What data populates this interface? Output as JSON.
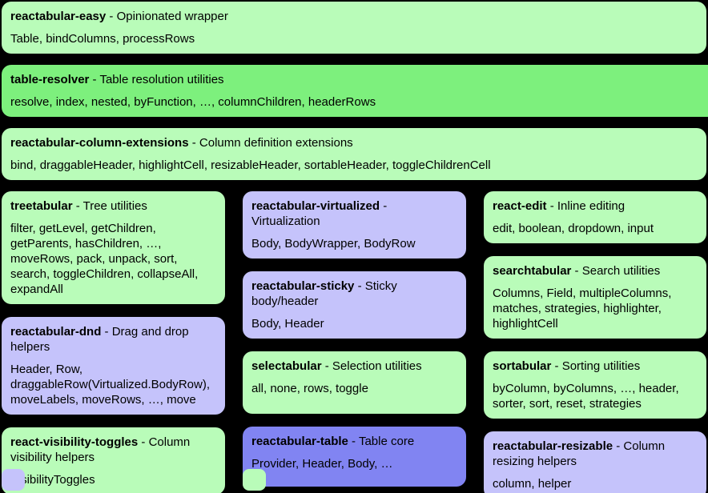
{
  "ui": {
    "separator": " - "
  },
  "colors": {
    "light_green": "#b9fcb9",
    "bright_green": "#7df07d",
    "lavender": "#c5c3fb",
    "purple": "#8184f2",
    "background": "#000000",
    "text": "#000000"
  },
  "legend": {
    "purple_swatch_color": "#c5c3fb",
    "green_swatch_color": "#b9fcb9"
  },
  "packages": {
    "easy": {
      "name": "reactabular-easy",
      "description": "Opinionated wrapper",
      "functions": "Table, bindColumns, processRows"
    },
    "resolver": {
      "name": "table-resolver",
      "description": "Table resolution utilities",
      "functions": "resolve, index, nested, byFunction, …, columnChildren, headerRows"
    },
    "column_extensions": {
      "name": "reactabular-column-extensions",
      "description": "Column definition extensions",
      "functions": "bind, draggableHeader, highlightCell, resizableHeader, sortableHeader, toggleChildrenCell"
    },
    "treetabular": {
      "name": "treetabular",
      "description": "Tree utilities",
      "functions": "filter, getLevel, getChildren, getParents, hasChildren, …, moveRows, pack, unpack, sort, search, toggleChildren, collapseAll, expandAll"
    },
    "dnd": {
      "name": "reactabular-dnd",
      "description": "Drag and drop helpers",
      "functions": "Header, Row, draggableRow(Virtualized.BodyRow), moveLabels, moveRows, …, move"
    },
    "visibility": {
      "name": "react-visibility-toggles",
      "description": "Column visibility helpers",
      "functions": "VisibilityToggles"
    },
    "virtualized": {
      "name": "reactabular-virtualized",
      "description": "Virtualization",
      "functions": "Body, BodyWrapper, BodyRow"
    },
    "sticky": {
      "name": "reactabular-sticky",
      "description": "Sticky body/header",
      "functions": "Body, Header"
    },
    "selectabular": {
      "name": "selectabular",
      "description": "Selection utilities",
      "functions": "all, none, rows, toggle"
    },
    "table": {
      "name": "reactabular-table",
      "description": "Table core",
      "functions": "Provider, Header, Body, …"
    },
    "edit": {
      "name": "react-edit",
      "description": "Inline editing",
      "functions": "edit, boolean, dropdown, input"
    },
    "search": {
      "name": "searchtabular",
      "description": "Search utilities",
      "functions": "Columns, Field, multipleColumns, matches, strategies, highlighter, highlightCell"
    },
    "sort": {
      "name": "sortabular",
      "description": "Sorting utilities",
      "functions": "byColumn, byColumns, …, header, sorter, sort, reset, strategies"
    },
    "resizable": {
      "name": "reactabular-resizable",
      "description": "Column resizing helpers",
      "functions": "column, helper"
    }
  }
}
